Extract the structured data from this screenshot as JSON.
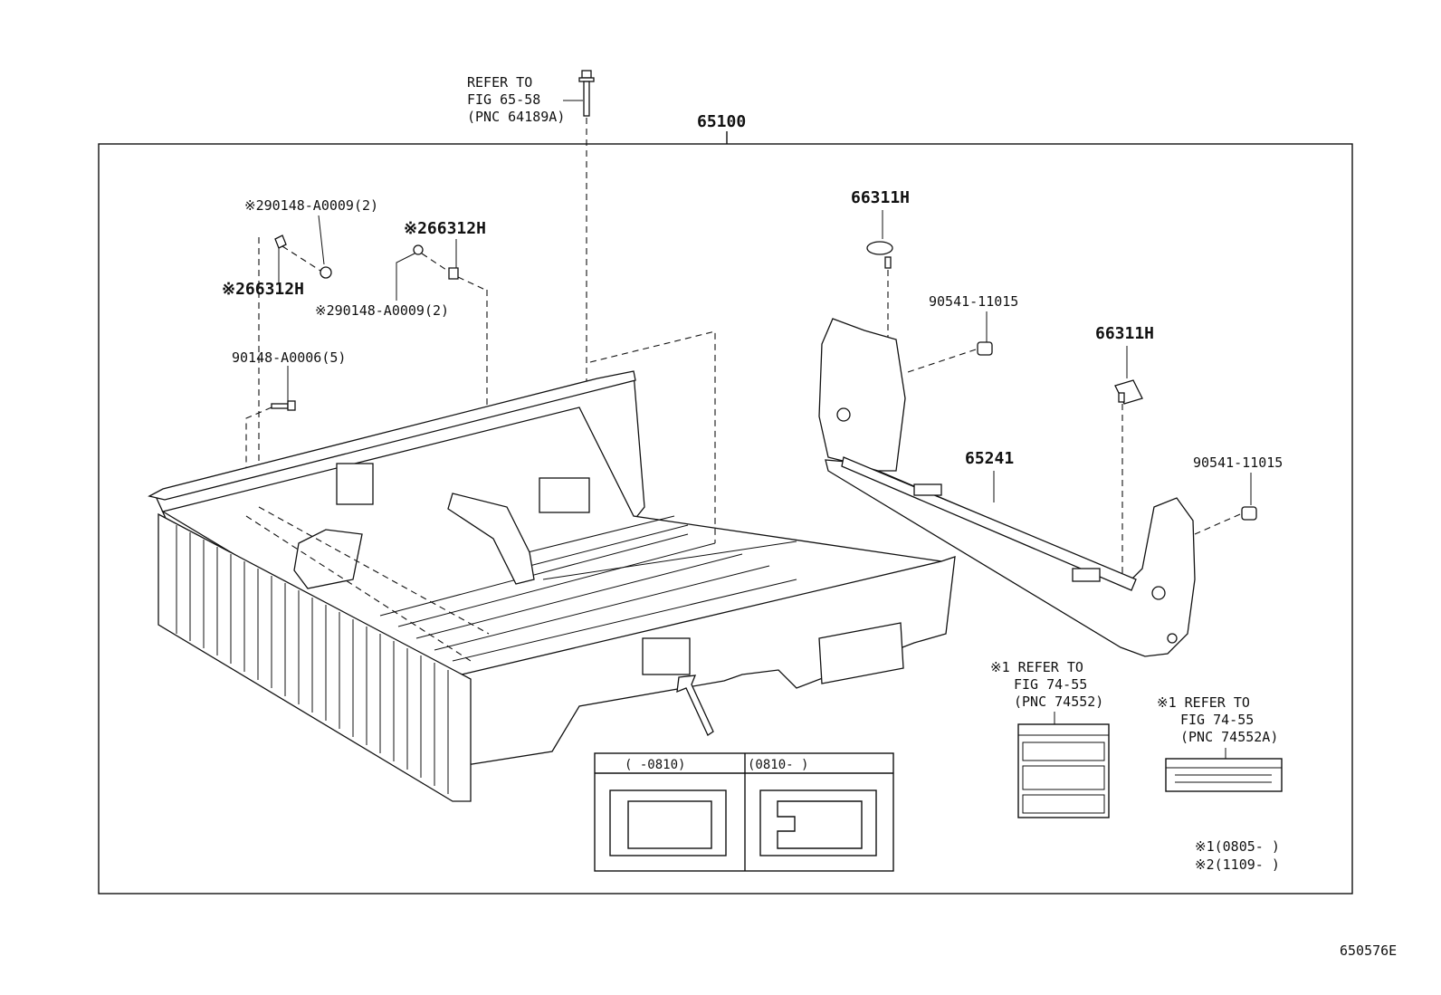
{
  "refer_top": [
    "REFER TO",
    "FIG 65-58",
    "(PNC 64189A)"
  ],
  "main_part": "65100",
  "labels": {
    "clip_a_bolt": "※290148-A0009(2)",
    "clip_a": "※266312H",
    "clip_b": "※266312H",
    "clip_b_bolt": "※290148-A0009(2)",
    "screw": "90148-A0006(5)",
    "hook_top": "66311H",
    "nut_top": "90541-11015",
    "hook_mid": "66311H",
    "tailgate_part": "65241",
    "nut_right": "90541-11015"
  },
  "refer_label1": [
    "※1 REFER TO",
    "FIG 74-55",
    "(PNC 74552)"
  ],
  "refer_label2": [
    "※1 REFER TO",
    "FIG 74-55",
    "(PNC 74552A)"
  ],
  "inset": {
    "left_range": "(  -0810)",
    "right_range": "(0810-  )"
  },
  "footnotes": [
    "※1(0805-    )",
    "※2(1109-    )"
  ],
  "figure_id": "650576E"
}
